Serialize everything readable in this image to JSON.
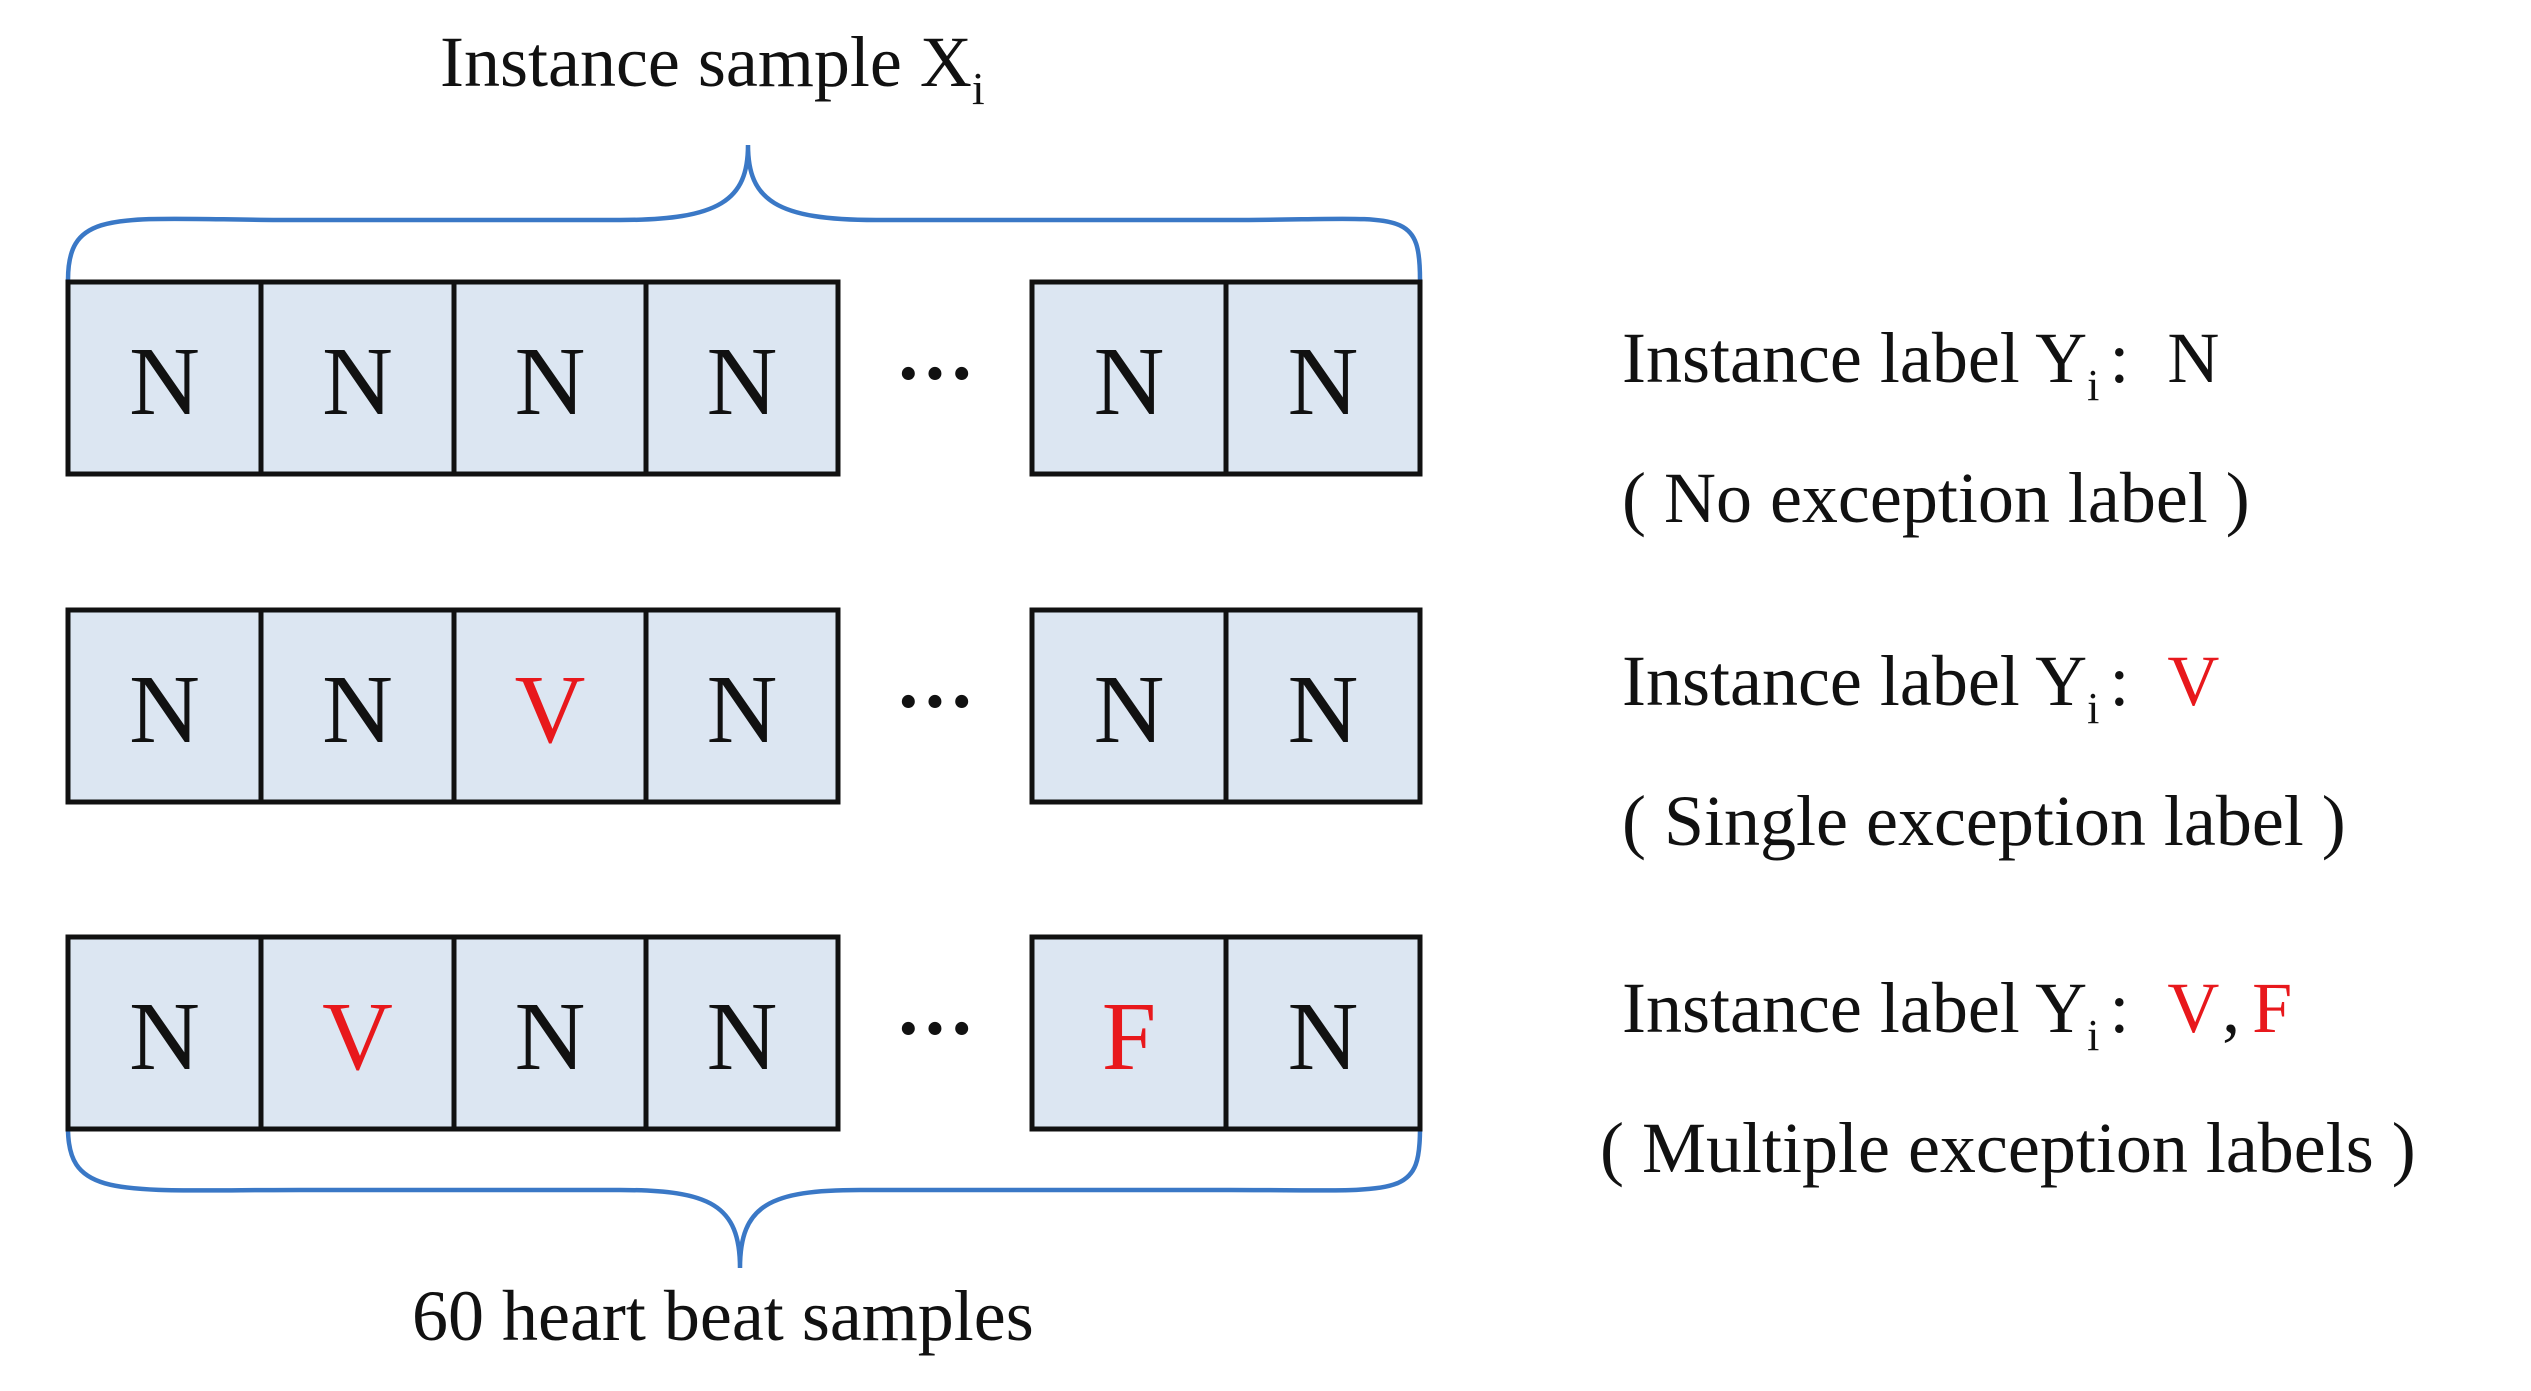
{
  "top_brace": {
    "label": "Instance sample X",
    "subscript": "i"
  },
  "bottom_brace": {
    "label": "60 heart beat samples"
  },
  "ellipsis": "···",
  "colors": {
    "normal": "#111111",
    "exception": "#e8181c",
    "cell_fill": "#dce6f2",
    "brace": "#3a78c6"
  },
  "rows": [
    {
      "cells_left": [
        {
          "text": "N",
          "exception": false
        },
        {
          "text": "N",
          "exception": false
        },
        {
          "text": "N",
          "exception": false
        },
        {
          "text": "N",
          "exception": false
        }
      ],
      "cells_right": [
        {
          "text": "N",
          "exception": false
        },
        {
          "text": "N",
          "exception": false
        }
      ],
      "label_prefix": "Instance  label Y",
      "label_subscript": "i",
      "label_colon": ":",
      "label_values": [
        {
          "text": "N",
          "exception": false
        }
      ],
      "description": "( No exception label )"
    },
    {
      "cells_left": [
        {
          "text": "N",
          "exception": false
        },
        {
          "text": "N",
          "exception": false
        },
        {
          "text": "V",
          "exception": true
        },
        {
          "text": "N",
          "exception": false
        }
      ],
      "cells_right": [
        {
          "text": "N",
          "exception": false
        },
        {
          "text": "N",
          "exception": false
        }
      ],
      "label_prefix": "Instance  label Y",
      "label_subscript": "i",
      "label_colon": ":",
      "label_values": [
        {
          "text": "V",
          "exception": true
        }
      ],
      "description": "( Single exception label )"
    },
    {
      "cells_left": [
        {
          "text": "N",
          "exception": false
        },
        {
          "text": "V",
          "exception": true
        },
        {
          "text": "N",
          "exception": false
        },
        {
          "text": "N",
          "exception": false
        }
      ],
      "cells_right": [
        {
          "text": "F",
          "exception": true
        },
        {
          "text": "N",
          "exception": false
        }
      ],
      "label_prefix": "Instance  label Y",
      "label_subscript": "i",
      "label_colon": ":",
      "label_values": [
        {
          "text": "V",
          "exception": true
        },
        {
          "text": ",",
          "exception": false
        },
        {
          "text": "F",
          "exception": true
        }
      ],
      "description": "( Multiple exception labels )"
    }
  ]
}
